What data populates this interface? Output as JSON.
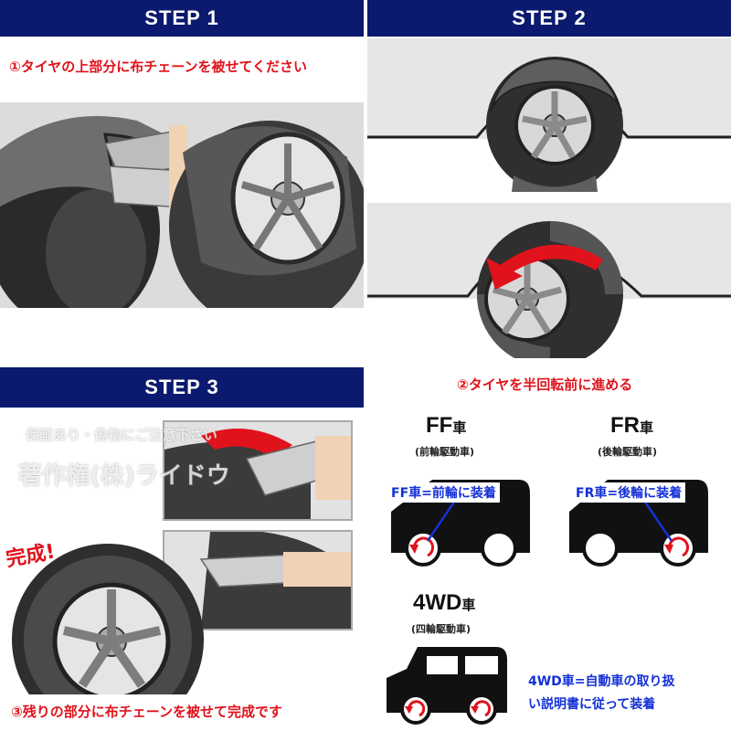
{
  "steps": {
    "step1": {
      "title": "STEP 1",
      "caption": "①タイヤの上部分に布チェーンを被せてください"
    },
    "step2": {
      "title": "STEP 2",
      "caption": "②タイヤを半回転前に進める"
    },
    "step3": {
      "title": "STEP 3",
      "caption": "③残りの部分に布チェーンを被せて完成です",
      "done_label": "完成!"
    }
  },
  "watermark": {
    "line1": "保証あり・偽物にご注意下さい",
    "line2": "著作権(株)ライドウ"
  },
  "cars": {
    "ff": {
      "title": "FF",
      "suffix": "車",
      "subtitle": "(前輪駆動車)",
      "note": "FF車=前輪に装着"
    },
    "fr": {
      "title": "FR",
      "suffix": "車",
      "subtitle": "(後輪駆動車)",
      "note": "FR車=後輪に装着"
    },
    "wd4": {
      "title": "4WD",
      "suffix": "車",
      "subtitle": "(四輪駆動車)",
      "note_line1": "4WD車=自動車の取り扱",
      "note_line2": "い説明書に従って装着"
    }
  },
  "colors": {
    "banner": "#0b1a6e",
    "red": "#e0121b",
    "blue": "#1330d6"
  }
}
